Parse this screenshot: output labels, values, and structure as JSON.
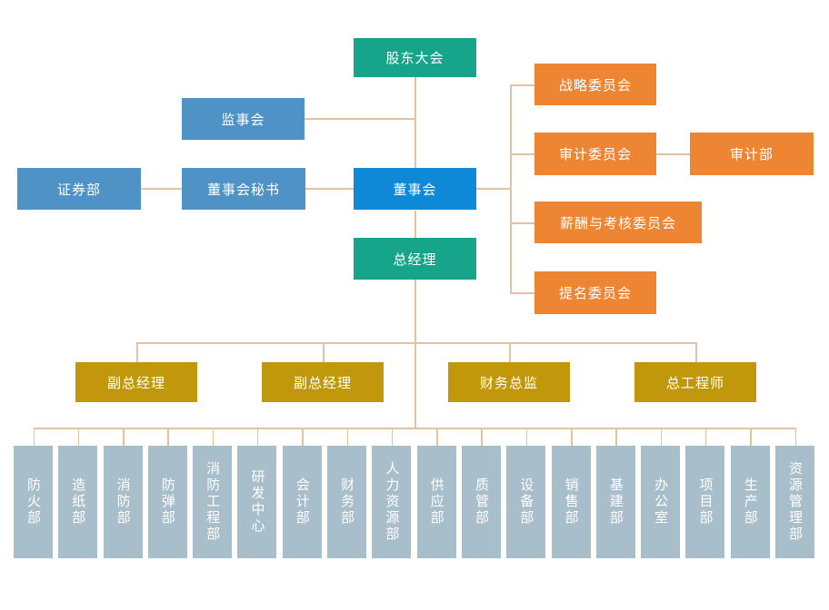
{
  "colors": {
    "teal": "#16a58a",
    "medium_blue": "#4f93c6",
    "bright_blue": "#0d89d7",
    "orange": "#ee8532",
    "gold": "#c1980b",
    "slate_blue": "#a8becb",
    "connector_line": "#e2c3a1",
    "node_text": "#ffffff"
  },
  "nodes": {
    "shareholders": "股东大会",
    "supervisory": "监事会",
    "securities": "证券部",
    "board_secretary": "董事会秘书",
    "board": "董事会",
    "general_manager": "总经理",
    "strategy_committee": "战略委员会",
    "audit_committee": "审计委员会",
    "audit_dept": "审计部",
    "compensation_committee": "薪酬与考核委员会",
    "nomination_committee": "提名委员会",
    "deputy_gm_1": "副总经理",
    "deputy_gm_2": "副总经理",
    "finance_director": "财务总监",
    "chief_engineer": "总工程师"
  },
  "departments": [
    "防火部",
    "造纸部",
    "消防部",
    "防弹部",
    "消防工程部",
    "研发中心",
    "会计部",
    "财务部",
    "人力资源部",
    "供应部",
    "质管部",
    "设备部",
    "销售部",
    "基建部",
    "办公室",
    "项目部",
    "生产部",
    "资源管理部"
  ]
}
